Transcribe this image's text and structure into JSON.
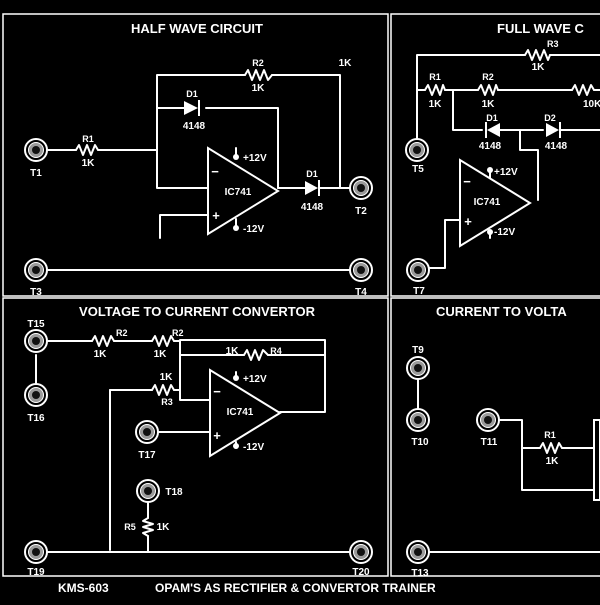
{
  "footer": {
    "model": "KMS-603",
    "title": "OPAM'S AS RECTIFIER & CONVERTOR  TRAINER"
  },
  "half_wave": {
    "title": "HALF WAVE CIRCUIT",
    "r1_name": "R1",
    "r1_value": "1K",
    "r2_name": "R2",
    "r2_value": "1K",
    "extra_value": "1K",
    "d1_top_name": "D1",
    "d1_top_value": "4148",
    "d1_out_name": "D1",
    "d1_out_value": "4148",
    "ic": "IC741",
    "vpos": "+12V",
    "vneg": "-12V",
    "minus": "−",
    "plus": "+",
    "terminals": [
      "T1",
      "T2",
      "T3",
      "T4"
    ]
  },
  "full_wave": {
    "title": "FULL WAVE C",
    "r1_name": "R1",
    "r1_value": "1K",
    "r2_name": "R2",
    "r2_value": "1K",
    "r3_name": "R3",
    "r3_value": "1K",
    "r4_partial": "10K",
    "d1_name": "D1",
    "d1_value": "4148",
    "d2_name": "D2",
    "d2_value": "4148",
    "ic": "IC741",
    "vpos": "+12V",
    "vneg": "-12V",
    "minus": "−",
    "plus": "+",
    "terminals": [
      "T5",
      "T7"
    ]
  },
  "v_to_i": {
    "title": "VOLTAGE TO CURRENT CONVERTOR",
    "r2a_name": "R2",
    "r2a_value": "1K",
    "r2b_name": "R2",
    "r2b_value": "1K",
    "r4_name": "R4",
    "r4_value": "1K",
    "r3_name": "R3",
    "r3_value": "1K",
    "r5_name": "R5",
    "r5_value": "1K",
    "ic": "IC741",
    "vpos": "+12V",
    "vneg": "-12V",
    "minus": "−",
    "plus": "+",
    "terminals": [
      "T15",
      "T16",
      "T17",
      "T18",
      "T19",
      "T20"
    ]
  },
  "i_to_v": {
    "title": "CURRENT TO VOLTA",
    "r1_name": "R1",
    "r1_value": "1K",
    "terminals": [
      "T9",
      "T10",
      "T11",
      "T13"
    ]
  }
}
